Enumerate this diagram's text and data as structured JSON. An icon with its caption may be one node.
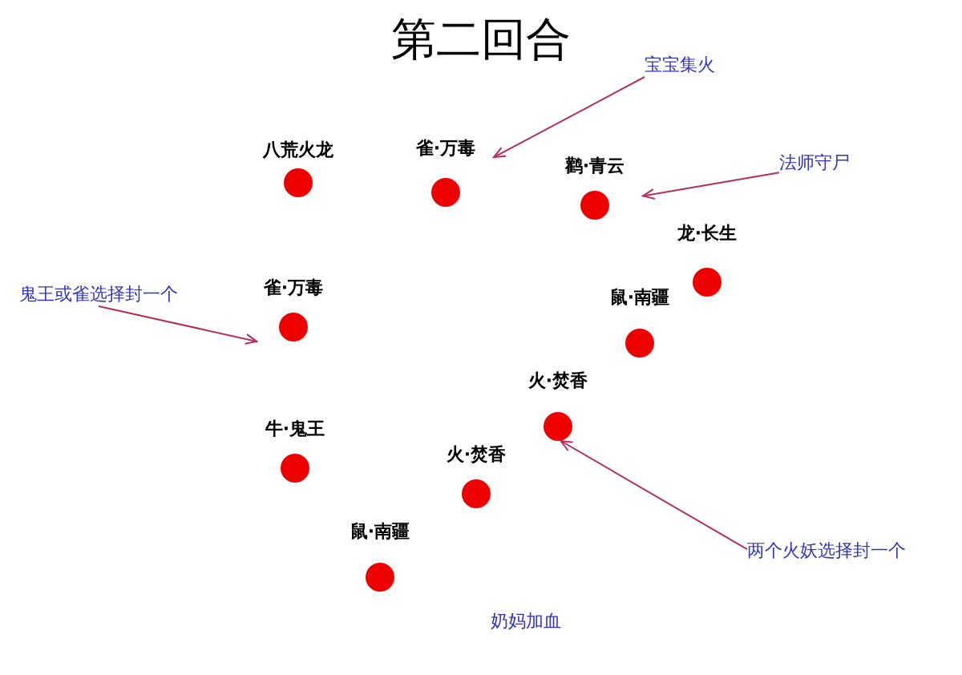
{
  "diagram": {
    "title": "第二回合",
    "nodes": [
      {
        "text": [
          "八荒火龙"
        ]
      },
      {
        "text": [
          "雀·万毒"
        ]
      },
      {
        "text": [
          "鹳·青云"
        ]
      },
      {
        "text": [
          "龙·长生"
        ]
      },
      {
        "text": [
          "雀·万毒"
        ]
      },
      {
        "text": [
          "鼠·南疆"
        ]
      },
      {
        "text": [
          "火·焚香"
        ]
      },
      {
        "text": [
          "牛·鬼王"
        ]
      },
      {
        "text": [
          "火·焚香"
        ]
      },
      {
        "text": [
          "鼠·南疆"
        ]
      },
      {
        "text": [
          "宝宝集火"
        ]
      },
      {
        "text": [
          "法师守尸"
        ]
      },
      {
        "text": [
          "鬼王或雀选择封一个"
        ]
      },
      {
        "text": [
          "两个火妖选择封一个"
        ]
      }
    ],
    "edges": [
      {
        "from": 10,
        "to": 1,
        "arrow": "to"
      },
      {
        "from": 11,
        "to": 2,
        "arrow": "to"
      },
      {
        "from": 12,
        "to": 4,
        "arrow": "to"
      },
      {
        "from": 13,
        "to": 6,
        "arrow": "to"
      }
    ],
    "labels": [
      "奶妈加血"
    ]
  }
}
